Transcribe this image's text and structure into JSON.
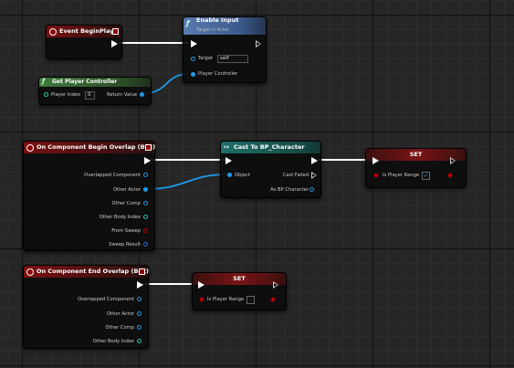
{
  "nodes": {
    "event_begin_play": {
      "title": "Event BeginPlay"
    },
    "enable_input": {
      "title": "Enable Input",
      "subtitle": "Target is Actor",
      "target_label": "Target",
      "target_value": "self",
      "player_controller_label": "Player Controller"
    },
    "get_player_controller": {
      "title": "Get Player Controller",
      "player_index_label": "Player Index",
      "player_index_value": "0",
      "return_value_label": "Return Value"
    },
    "begin_overlap": {
      "title": "On Component Begin Overlap (Box)",
      "pins": [
        "Overlapped Component",
        "Other Actor",
        "Other Comp",
        "Other Body Index",
        "From Sweep",
        "Sweep Result"
      ]
    },
    "cast_bp_character": {
      "title": "Cast To BP_Character",
      "object_label": "Object",
      "cast_failed_label": "Cast Failed",
      "as_bp_character_label": "As BP Character"
    },
    "set_begin": {
      "title": "SET",
      "var_label": "Is Player Range",
      "checked": true
    },
    "end_overlap": {
      "title": "On Component End Overlap (Box)",
      "pins": [
        "Overlapped Component",
        "Other Actor",
        "Other Comp",
        "Other Body Index"
      ]
    },
    "set_end": {
      "title": "SET",
      "var_label": "Is Player Range",
      "checked": false
    }
  },
  "colors": {
    "exec_wire": "#ffffff",
    "object_wire": "#1e9be8",
    "event_header": "#7a1111",
    "function_header": "#4f70a8",
    "pure_header": "#3f7a3a",
    "cast_header": "#1f6f6a",
    "set_header": "#7a1414"
  }
}
